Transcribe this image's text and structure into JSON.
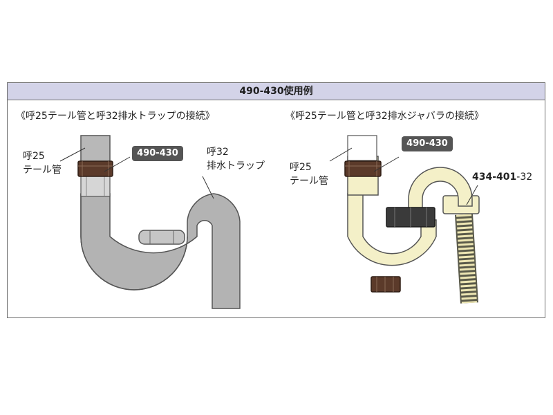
{
  "header": {
    "title": "490-430使用例"
  },
  "left": {
    "caption": "《呼25テール管と呼32排水トラップの接続》",
    "tail_pipe_label": [
      "呼25",
      "テール管"
    ],
    "part_badge": "490-430",
    "trap_label": [
      "呼32",
      "排水トラップ"
    ]
  },
  "right": {
    "caption": "《呼25テール管と呼32排水ジャバラの接続》",
    "tail_pipe_label": [
      "呼25",
      "テール管"
    ],
    "part_badge": "490-430",
    "hose_code": "434-401",
    "hose_suffix": "-32"
  },
  "colors": {
    "header_bg": "#d3d3e8",
    "badge_bg": "#555555",
    "trap_gray": "#b3b3b3",
    "adapter_brown": "#5b3a2a",
    "trap_cream": "#f4f0c8"
  }
}
